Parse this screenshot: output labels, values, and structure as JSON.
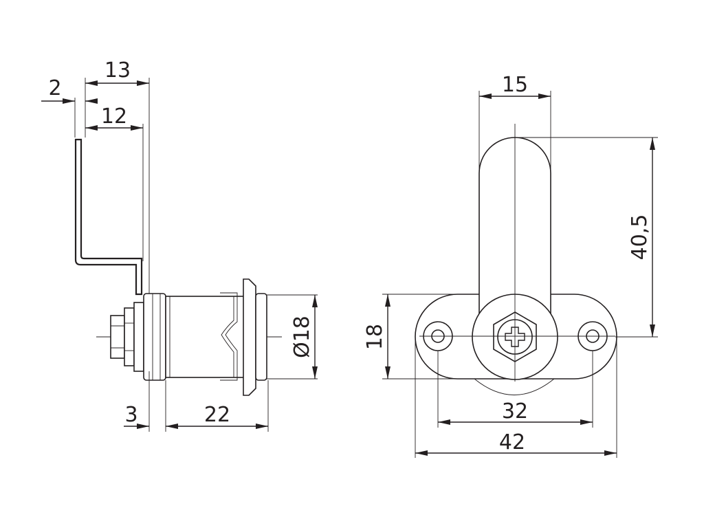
{
  "colors": {
    "line": "#231f20",
    "background": "#ffffff"
  },
  "side_view": {
    "dim_13": "13",
    "dim_2": "2",
    "dim_12": "12",
    "dim_diameter_18": "Ø18",
    "dim_3": "3",
    "dim_22": "22"
  },
  "front_view": {
    "dim_15": "15",
    "dim_40_5": "40,5",
    "dim_18": "18",
    "dim_32": "32",
    "dim_42": "42"
  }
}
